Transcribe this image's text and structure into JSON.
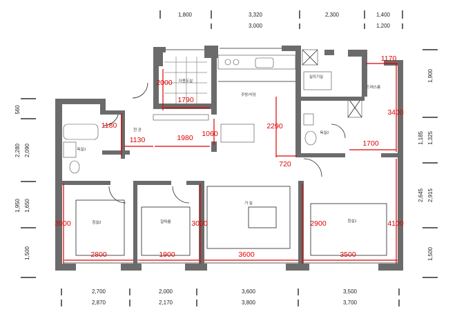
{
  "top_dims": {
    "row1": [
      "1,800",
      "3,320",
      "2,300",
      "1,400"
    ],
    "row2": [
      "3,000",
      "1,200"
    ]
  },
  "bottom_dims": {
    "row1": [
      "2,700",
      "2,000",
      "3,600",
      "3,500"
    ],
    "row2": [
      "2,870",
      "2,170",
      "3,800",
      "3,700"
    ]
  },
  "left_dims": [
    "560",
    "2,280",
    "2,090",
    "1,950",
    "1,650",
    "1,500"
  ],
  "right_dims": [
    "1,900",
    "1,185",
    "1,325",
    "2,645",
    "2,915",
    "1,500"
  ],
  "rooms": {
    "utility": "다용도실",
    "kitchen": "주방/식당",
    "laundry": "실외기실",
    "dress": "드레스룸",
    "entrance": "현 관",
    "bath1": "욕실1",
    "bath2": "욕실2",
    "living": "거 실",
    "bed2": "침실2",
    "alpha": "알파룸",
    "bed1": "침실1"
  },
  "red_dims": {
    "d2000": "2000",
    "d1790": "1790",
    "d1170": "1170",
    "d3400": "3400",
    "d1180": "1180",
    "d1130": "1130",
    "d1980": "1980",
    "d1060": "1060",
    "d2290": "2290",
    "d720": "720",
    "d1700": "1700",
    "d3000a": "3000",
    "d3000b": "3000",
    "d2900": "2900",
    "d4100": "4100",
    "d2800": "2800",
    "d1900": "1900",
    "d3600": "3600",
    "d3500": "3500"
  },
  "colors": {
    "wall": "#6b6b6b",
    "annotation": "#e00000"
  }
}
